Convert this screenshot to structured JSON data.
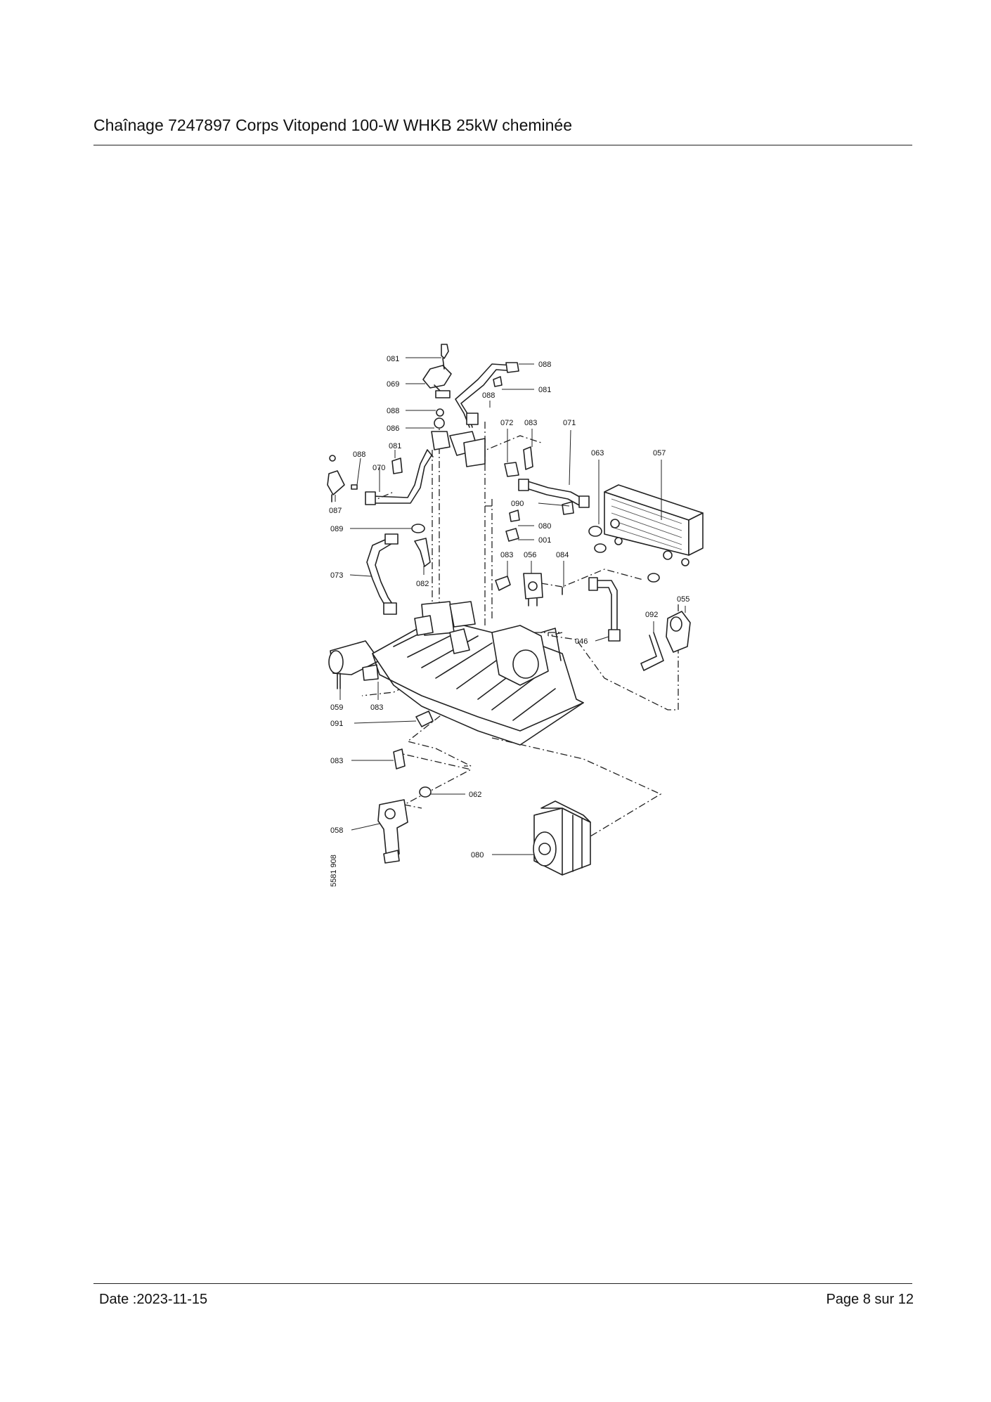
{
  "header": {
    "title": "Chaînage 7247897 Corps Vitopend 100-W WHKB 25kW cheminée"
  },
  "footer": {
    "date": "Date :2023-11-15",
    "page": "Page 8 sur  12"
  },
  "diagram": {
    "drawing_number": "5581 908",
    "labels": {
      "l081a": "081",
      "l069": "069",
      "l088a": "088",
      "l086": "086",
      "l081b": "081",
      "l070": "070",
      "l088b": "088",
      "l087": "087",
      "l089": "089",
      "l073": "073",
      "l082": "082",
      "l088c": "088",
      "l081c": "081",
      "l088d": "088",
      "l072": "072",
      "l083a": "083",
      "l071": "071",
      "l063": "063",
      "l057": "057",
      "l090": "090",
      "l080a": "080",
      "l001": "001",
      "l083b": "083",
      "l056": "056",
      "l084": "084",
      "l055": "055",
      "l092": "092",
      "l046": "046",
      "l059": "059",
      "l083c": "083",
      "l091": "091",
      "l083d": "083",
      "l062": "062",
      "l058": "058",
      "l080b": "080"
    }
  }
}
